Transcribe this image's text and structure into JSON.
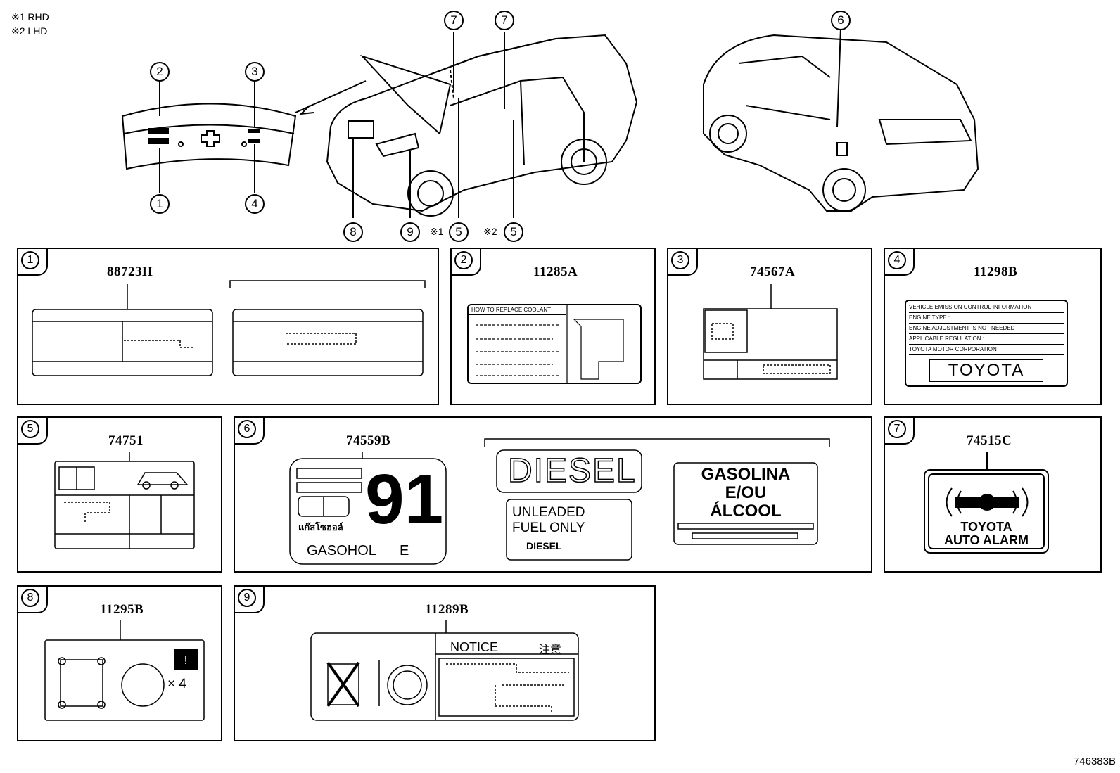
{
  "legend": {
    "note1": "※1 RHD",
    "note2": "※2 LHD"
  },
  "callouts": {
    "c1": "1",
    "c2": "2",
    "c3": "3",
    "c4": "4",
    "c5a": "5",
    "c5b": "5",
    "c6": "6",
    "c7a": "7",
    "c7b": "7",
    "c8": "8",
    "c9": "9",
    "note_rhd": "※1",
    "note_lhd": "※2"
  },
  "panels": {
    "p1": {
      "num": "1",
      "part": "88723H"
    },
    "p2": {
      "num": "2",
      "part": "11285A"
    },
    "p3": {
      "num": "3",
      "part": "74567A"
    },
    "p4": {
      "num": "4",
      "part": "11298B"
    },
    "p5": {
      "num": "5",
      "part": "74751"
    },
    "p6": {
      "num": "6",
      "part": "74559B"
    },
    "p7": {
      "num": "7",
      "part": "74515C"
    },
    "p8": {
      "num": "8",
      "part": "11295B"
    },
    "p9": {
      "num": "9",
      "part": "11289B"
    }
  },
  "label2": {
    "header": "HOW TO REPLACE COOLANT"
  },
  "label4": {
    "lines": [
      "VEHICLE EMISSION CONTROL INFORMATION",
      "ENGINE TYPE :",
      "ENGINE ADJUSTMENT IS NOT NEEDED",
      "APPLICABLE REGULATION :",
      "TOYOTA MOTOR CORPORATION"
    ],
    "brand": "TOYOTA"
  },
  "label6": {
    "octane": "91",
    "thai": "แก๊สโซฮอล์",
    "gasohol": "GASOHOL",
    "gasohol_suffix": "E",
    "diesel": "DIESEL",
    "unleaded1": "UNLEADED",
    "unleaded2": "FUEL ONLY",
    "diesel_small": "DIESEL",
    "gasolina1": "GASOLINA",
    "gasolina2": "E/OU",
    "gasolina3": "ÁLCOOL"
  },
  "label7": {
    "line1": "TOYOTA",
    "line2": "AUTO ALARM"
  },
  "label8": {
    "mult": "× 4"
  },
  "label9": {
    "notice": "NOTICE",
    "notice_jp": "注意"
  },
  "footer": {
    "code": "746383B"
  },
  "colors": {
    "ink": "#000000",
    "paper": "#ffffff"
  }
}
